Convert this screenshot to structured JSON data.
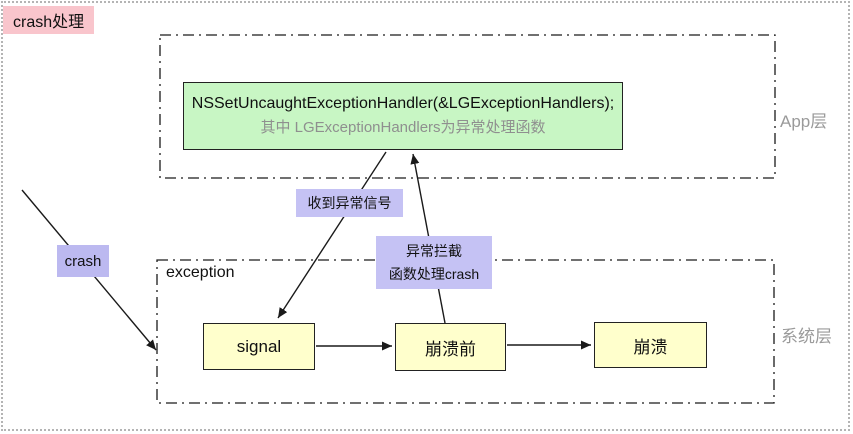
{
  "page": {
    "title": "crash处理"
  },
  "colors": {
    "title_chip_bg": "#f9c5cc",
    "edge_chip_bg": "#c5c2f4",
    "crash_chip_bg": "#bcb9f0",
    "handler_box_bg": "#c8f6c4",
    "node_bg": "#ffffcc",
    "layer_label_text": "#9a9a9a",
    "line_color": "#1a1a1a",
    "outer_border": "#b4b4b4"
  },
  "layers": {
    "app": {
      "label": "App层"
    },
    "system": {
      "label": "系统层",
      "inner_label": "exception"
    }
  },
  "handler_box": {
    "line1": "NSSetUncaughtExceptionHandler(&LGExceptionHandlers);",
    "line2": "其中 LGExceptionHandlers为异常处理函数"
  },
  "nodes": {
    "signal": "signal",
    "pre_crash": "崩溃前",
    "crash": "崩溃"
  },
  "edge_labels": {
    "crash": "crash",
    "received_signal": "收到异常信号",
    "intercept_line1": "异常拦截",
    "intercept_line2": "函数处理crash"
  }
}
